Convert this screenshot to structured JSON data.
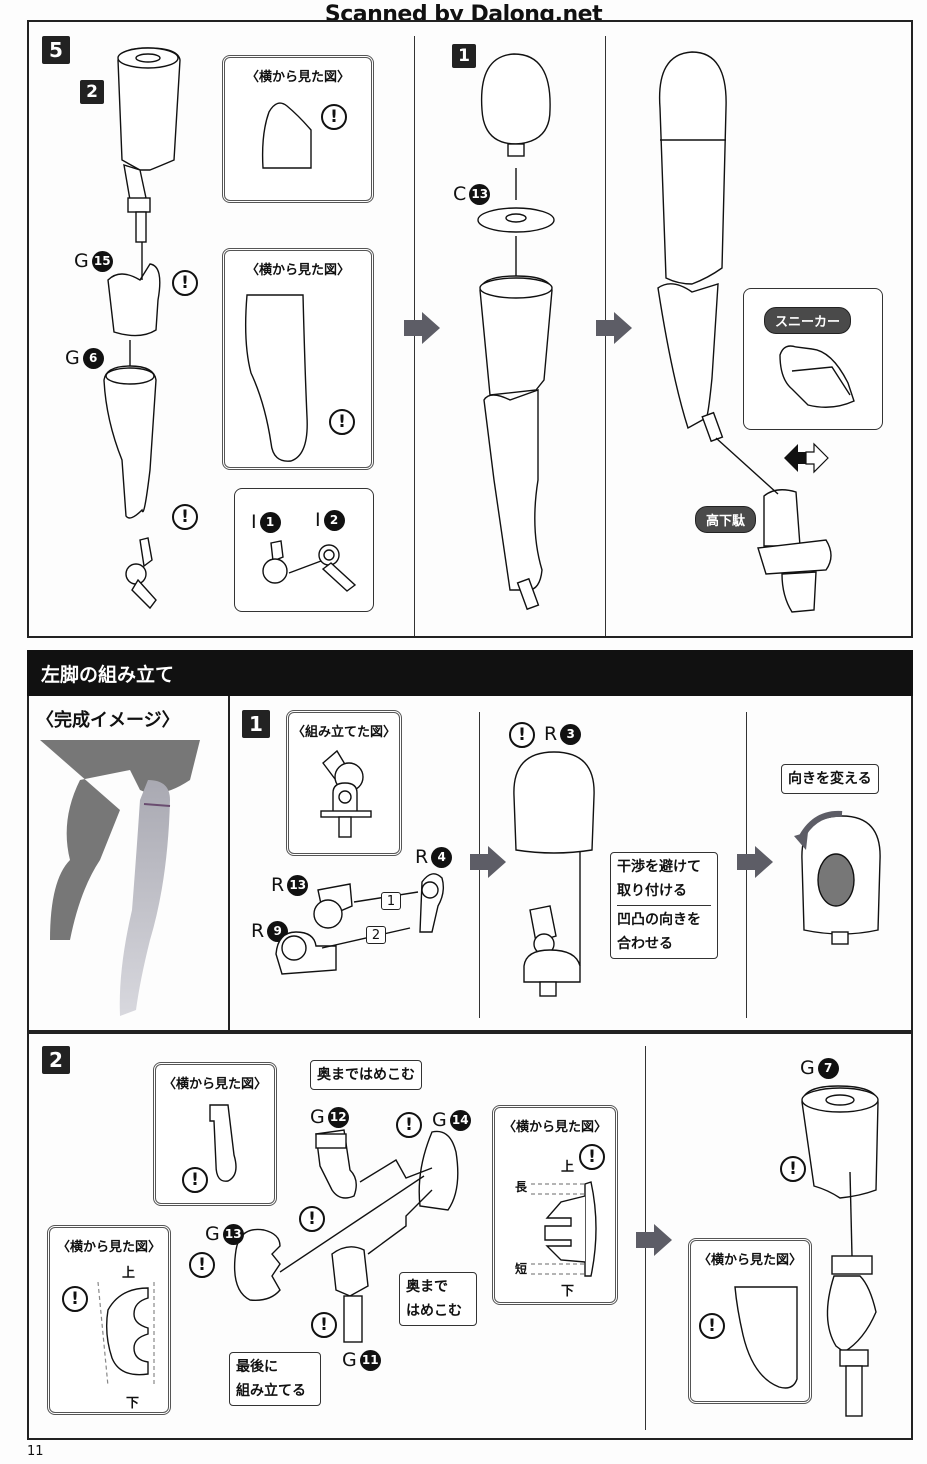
{
  "watermark": "Scanned by Dalong.net",
  "page_number": "11",
  "colors": {
    "band": "#111111",
    "arrow": "#5d5d66",
    "pill": "#4a4a4a"
  },
  "top_section": {
    "step_main": "5",
    "substep_left": "2",
    "substep_mid": "1",
    "side_view_label": "〈横から見た図〉",
    "parts": {
      "g15": {
        "runner": "G",
        "num": "15"
      },
      "g6": {
        "runner": "G",
        "num": "6"
      },
      "i1": {
        "runner": "I",
        "num": "1"
      },
      "i2": {
        "runner": "I",
        "num": "2"
      },
      "c13": {
        "runner": "C",
        "num": "13"
      }
    },
    "footwear_options": {
      "sneaker": "スニーカー",
      "geta": "高下駄"
    }
  },
  "left_leg_section": {
    "title": "左脚の組み立て",
    "completed_image_label": "〈完成イメージ〉",
    "step1": {
      "badge": "1",
      "assembled_view_label": "〈組み立てた図〉",
      "parts": {
        "r4": {
          "runner": "R",
          "num": "4"
        },
        "r13": {
          "runner": "R",
          "num": "13"
        },
        "r9": {
          "runner": "R",
          "num": "9"
        },
        "r3": {
          "runner": "R",
          "num": "3"
        }
      },
      "order_1": "1",
      "order_2": "2",
      "note_avoid_line1": "干渉を避けて",
      "note_avoid_line2": "取り付ける",
      "note_align_line1": "凹凸の向きを",
      "note_align_line2": "合わせる",
      "note_rotate": "向きを変える"
    },
    "step2": {
      "badge": "2",
      "side_view_label": "〈横から見た図〉",
      "parts": {
        "g12": {
          "runner": "G",
          "num": "12"
        },
        "g14": {
          "runner": "G",
          "num": "14"
        },
        "g13": {
          "runner": "G",
          "num": "13"
        },
        "g11": {
          "runner": "G",
          "num": "11"
        },
        "g7": {
          "runner": "G",
          "num": "7"
        }
      },
      "note_push_in": "奥まではめこむ",
      "note_push_in_2_line1": "奥まで",
      "note_push_in_2_line2": "はめこむ",
      "note_last_line1": "最後に",
      "note_last_line2": "組み立てる",
      "label_top": "上",
      "label_bottom": "下",
      "label_long": "長",
      "label_short": "短"
    }
  },
  "warning_symbol": "!"
}
